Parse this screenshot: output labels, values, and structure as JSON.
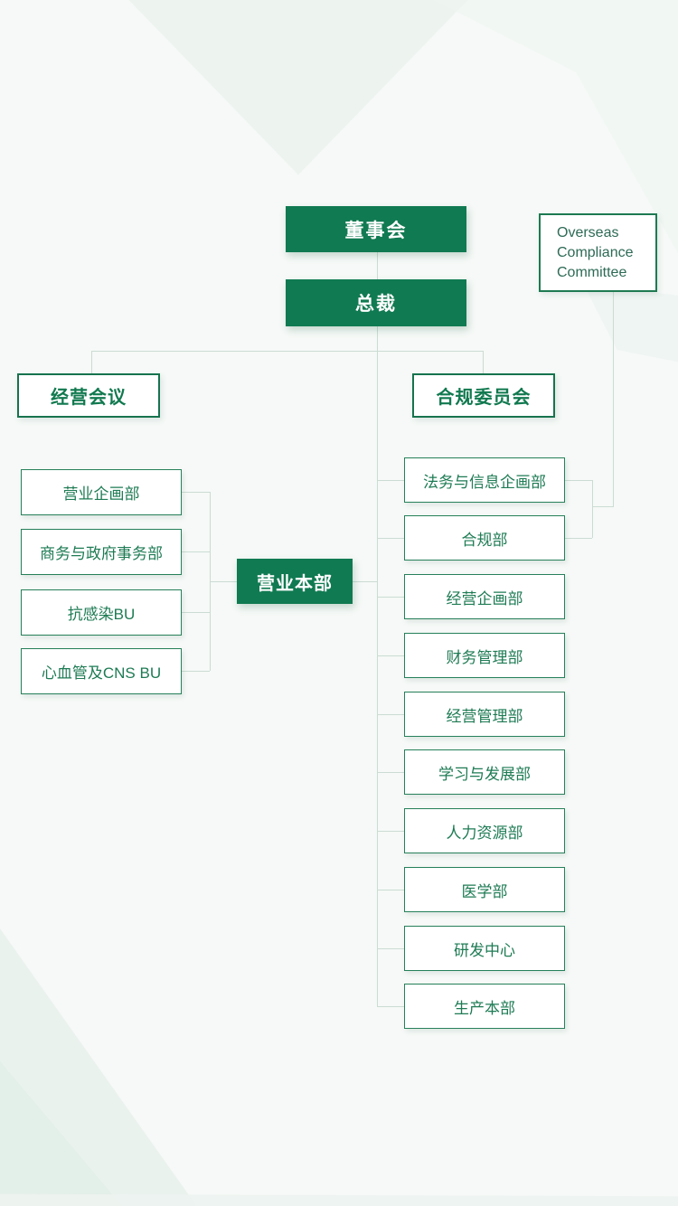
{
  "palette": {
    "green_fill": "#107a52",
    "green_border": "#1e7a52",
    "dept_text": "#1e7b54",
    "header_text": "#11794f",
    "overseas_text": "#2d6a55",
    "connector": "#cbdcd4",
    "background": "#f6f9f7"
  },
  "org": {
    "board": "董事会",
    "president": "总裁",
    "overseas_committee": "Overseas Compliance Committee",
    "management_meeting": "经营会议",
    "compliance_committee": "合规委员会",
    "sales_hq": "营业本部",
    "left_departments": [
      "营业企画部",
      "商务与政府事务部",
      "抗感染BU",
      "心血管及CNS BU"
    ],
    "right_departments": [
      "法务与信息企画部",
      "合规部",
      "经营企画部",
      "财务管理部",
      "经营管理部",
      "学习与发展部",
      "人力资源部",
      "医学部",
      "研发中心",
      "生产本部"
    ]
  }
}
